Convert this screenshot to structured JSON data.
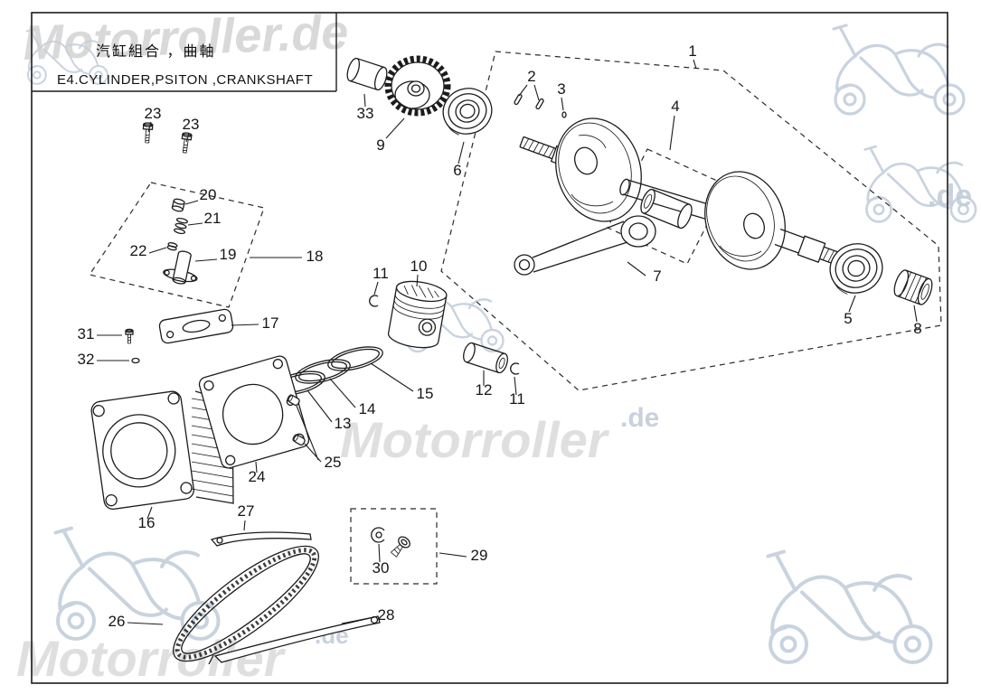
{
  "title_block": {
    "title_cn": "汽缸組合 ，曲軸",
    "title_en": "E4.CYLINDER,PSITON ,CRANKSHAFT"
  },
  "watermarks": {
    "brand_full": "Motorroller.de",
    "brand": "Motorroller",
    "suffix": ".de"
  },
  "callouts": [
    {
      "label": "1"
    },
    {
      "label": "2"
    },
    {
      "label": "3"
    },
    {
      "label": "4"
    },
    {
      "label": "33"
    },
    {
      "label": "9"
    },
    {
      "label": "6"
    },
    {
      "label": "23"
    },
    {
      "label": "23"
    },
    {
      "label": "20"
    },
    {
      "label": "21"
    },
    {
      "label": "22"
    },
    {
      "label": "19"
    },
    {
      "label": "18"
    },
    {
      "label": "11"
    },
    {
      "label": "10"
    },
    {
      "label": "7"
    },
    {
      "label": "17"
    },
    {
      "label": "31"
    },
    {
      "label": "32"
    },
    {
      "label": "5"
    },
    {
      "label": "8"
    },
    {
      "label": "15"
    },
    {
      "label": "14"
    },
    {
      "label": "13"
    },
    {
      "label": "12"
    },
    {
      "label": "11"
    },
    {
      "label": "25"
    },
    {
      "label": "24"
    },
    {
      "label": "16"
    },
    {
      "label": "27"
    },
    {
      "label": "30"
    },
    {
      "label": "29"
    },
    {
      "label": "26"
    },
    {
      "label": "28"
    }
  ]
}
